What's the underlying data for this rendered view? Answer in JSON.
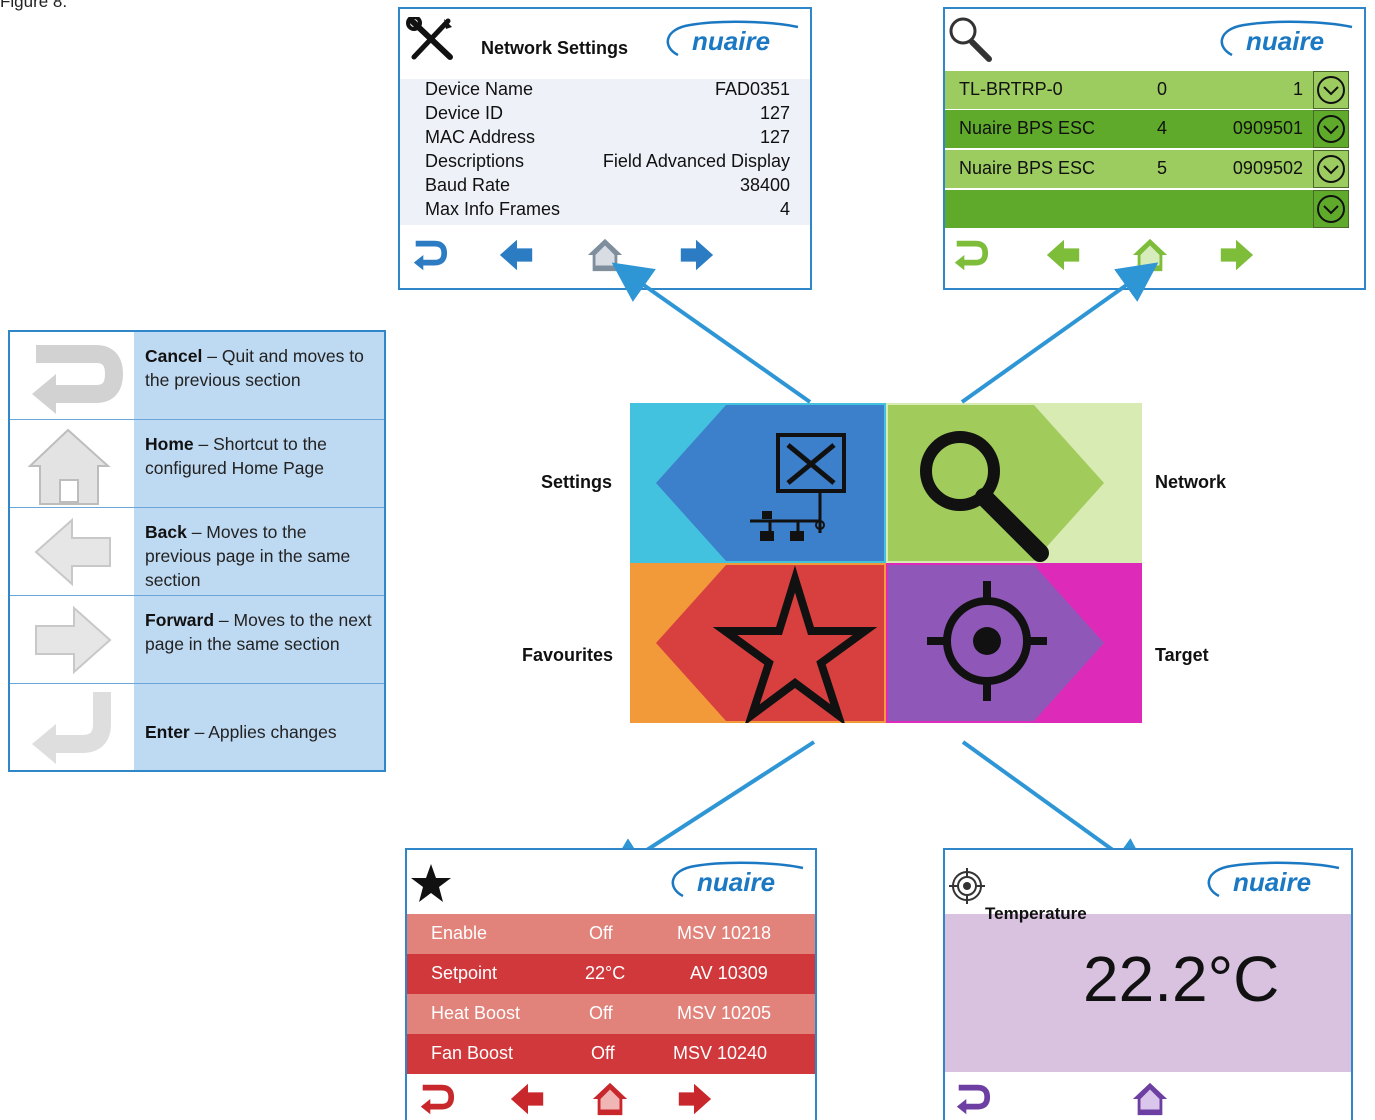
{
  "figure_label": "Figure 8.",
  "logo_text": "nuaire",
  "network_settings": {
    "title": "Network Settings",
    "rows": [
      {
        "key": "Device Name",
        "value": "FAD0351"
      },
      {
        "key": "Device ID",
        "value": "127"
      },
      {
        "key": "MAC Address",
        "value": "127"
      },
      {
        "key": "Descriptions",
        "value": "Field Advanced Display"
      },
      {
        "key": "Baud Rate",
        "value": "38400"
      },
      {
        "key": "Max Info Frames",
        "value": "4"
      }
    ]
  },
  "network_list": {
    "rows": [
      {
        "name": "TL-BRTRP-0",
        "num": "0",
        "id": "1"
      },
      {
        "name": "Nuaire BPS ESC",
        "num": "4",
        "id": "0909501"
      },
      {
        "name": "Nuaire BPS ESC",
        "num": "5",
        "id": "0909502"
      },
      {
        "name": "",
        "num": "",
        "id": ""
      }
    ]
  },
  "legend": [
    {
      "title": "Cancel",
      "desc": " – Quit and moves to",
      "desc2": "the previous section"
    },
    {
      "title": "Home",
      "desc": " – Shortcut to the configured Home Page"
    },
    {
      "title": "Back",
      "desc": " – Moves to the previous page in the same section"
    },
    {
      "title": "Forward",
      "desc": " – Moves to the next page in the same section"
    },
    {
      "title": "Enter",
      "desc": " – Applies changes"
    }
  ],
  "menu": {
    "settings": "Settings",
    "network": "Network",
    "favourites": "Favourites",
    "target": "Target"
  },
  "favourites": {
    "rows": [
      {
        "name": "Enable",
        "value": "Off",
        "ref": "MSV 10218"
      },
      {
        "name": "Setpoint",
        "value": "22°C",
        "ref": "AV 10309"
      },
      {
        "name": "Heat Boost",
        "value": "Off",
        "ref": "MSV 10205"
      },
      {
        "name": "Fan Boost",
        "value": "Off",
        "ref": "MSV 10240"
      }
    ]
  },
  "target": {
    "label": "Temperature",
    "value": "22.2°C"
  },
  "colors": {
    "border_blue": "#2f86c8",
    "nav_blue": "#2c7cc4",
    "nav_green": "#7dbd3a",
    "nav_red": "#c8282b",
    "nav_purple": "#6d3fa2",
    "home_gray": "#7f8e9c",
    "logo_blue": "#1b78c2"
  }
}
